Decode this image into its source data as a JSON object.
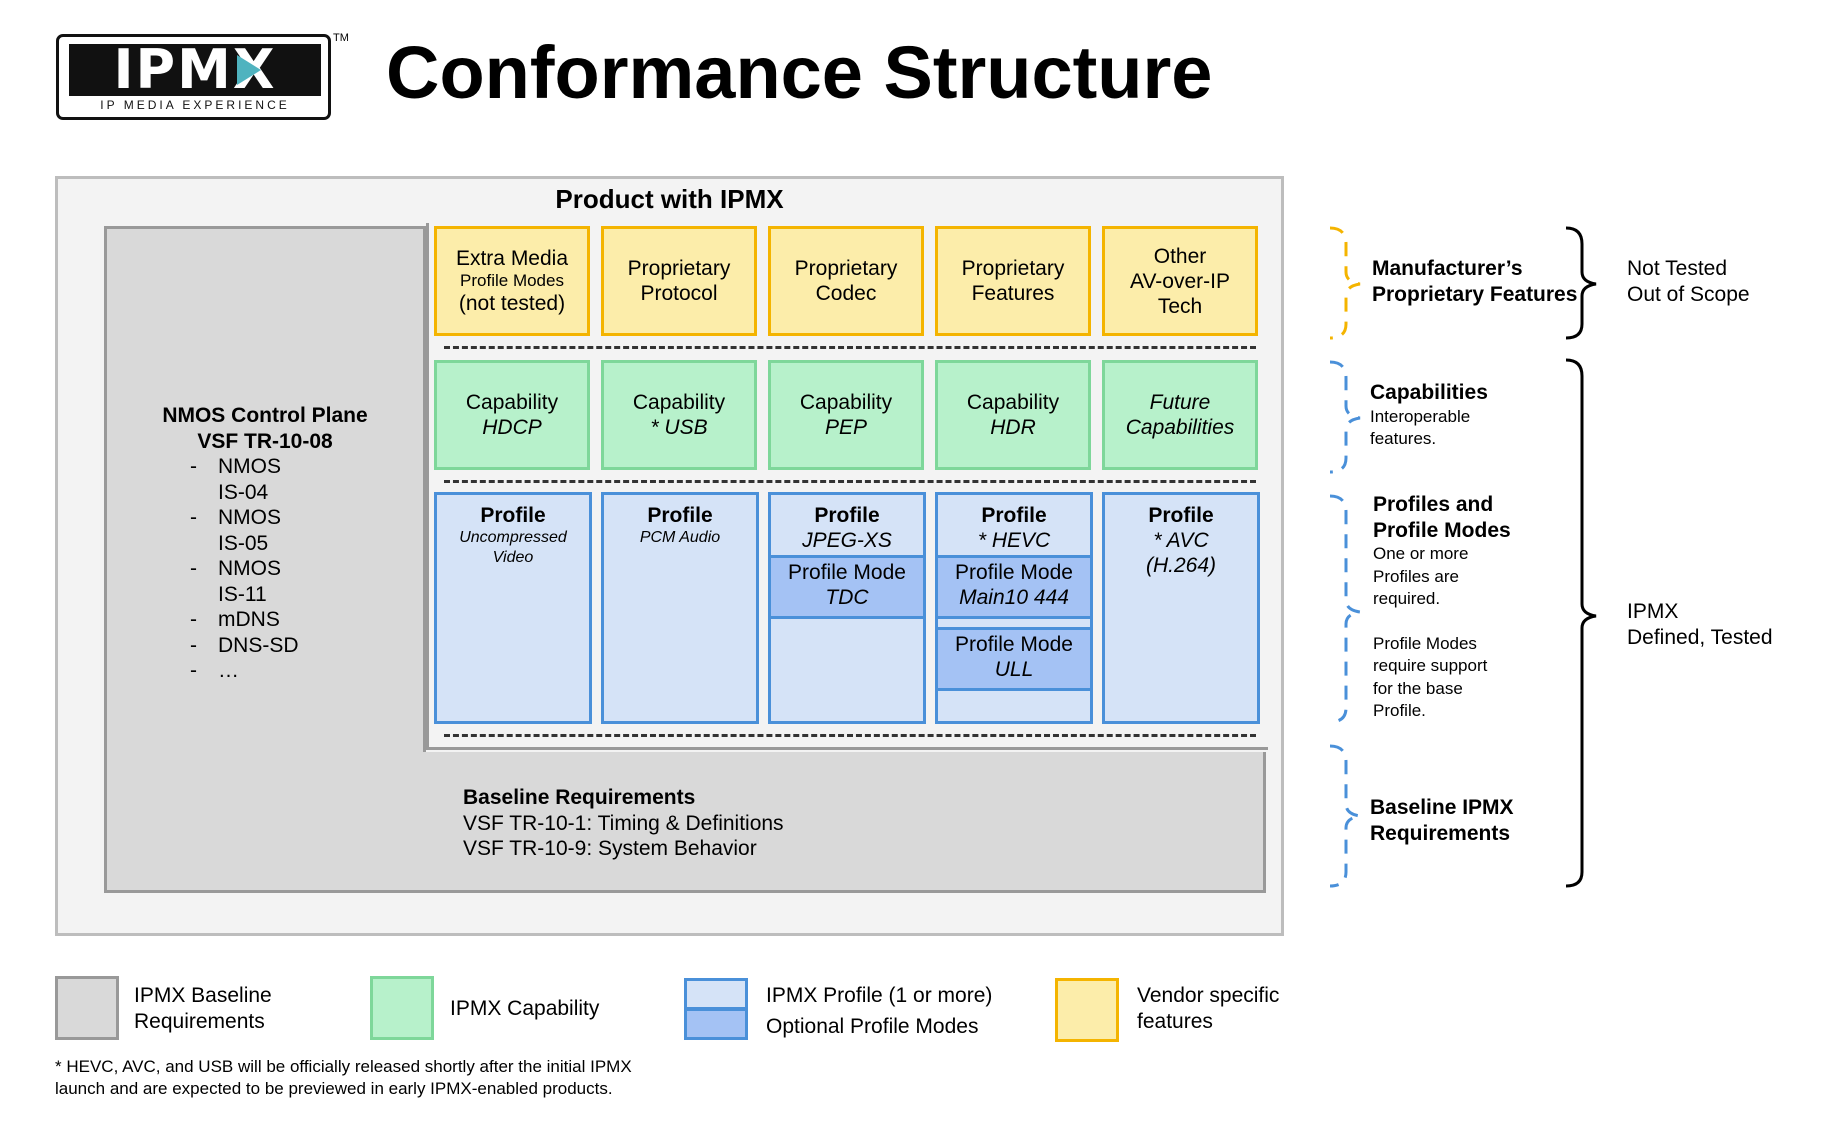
{
  "header": {
    "logo_text": "IPMX",
    "logo_subtitle": "IP MEDIA EXPERIENCE",
    "trademark": "TM",
    "title": "Conformance Structure"
  },
  "product": {
    "title": "Product with IPMX",
    "nmos": {
      "title_line1": "NMOS Control Plane",
      "title_line2": "VSF TR-10-08",
      "items": [
        "NMOS",
        "IS-04",
        "NMOS",
        "IS-05",
        "NMOS",
        "IS-11",
        "mDNS",
        "DNS-SD",
        "…"
      ]
    },
    "baseline": {
      "title": "Baseline Requirements",
      "line1": "VSF TR-10-1: Timing & Definitions",
      "line2": "VSF TR-10-9: System Behavior"
    },
    "vendor_boxes": [
      {
        "l1": "Extra Media",
        "l2": "Profile Modes",
        "l3": "(not tested)"
      },
      {
        "l1": "Proprietary",
        "l2": "Protocol"
      },
      {
        "l1": "Proprietary",
        "l2": "Codec"
      },
      {
        "l1": "Proprietary",
        "l2": "Features"
      },
      {
        "l1": "Other",
        "l2": "AV-over-IP",
        "l3": "Tech"
      }
    ],
    "capabilities": [
      {
        "l1": "Capability",
        "l2": "HDCP"
      },
      {
        "l1": "Capability",
        "l2": "* USB"
      },
      {
        "l1": "Capability",
        "l2": "PEP"
      },
      {
        "l1": "Capability",
        "l2": "HDR"
      },
      {
        "l1": "Future",
        "l2": "Capabilities"
      }
    ],
    "profiles": [
      {
        "title": "Profile",
        "sub1": "Uncompressed",
        "sub2": "Video"
      },
      {
        "title": "Profile",
        "sub1": "PCM Audio"
      },
      {
        "title": "Profile",
        "sub1": "JPEG-XS",
        "mode1": "Profile Mode",
        "mode1_sub": "TDC"
      },
      {
        "title": "Profile",
        "sub1": "* HEVC",
        "mode1": "Profile Mode",
        "mode1_sub": "Main10 444",
        "mode2": "Profile Mode",
        "mode2_sub": "ULL"
      },
      {
        "title": "Profile",
        "sub1": "* AVC",
        "sub2": "(H.264)"
      }
    ]
  },
  "side": {
    "manufacturer_l1": "Manufacturer’s",
    "manufacturer_l2": "Proprietary Features",
    "not_tested_l1": "Not Tested",
    "not_tested_l2": "Out of Scope",
    "capabilities_title": "Capabilities",
    "capabilities_l1": "Interoperable",
    "capabilities_l2": "features.",
    "profiles_title_l1": "Profiles and",
    "profiles_title_l2": "Profile Modes",
    "profiles_d1": "One or more",
    "profiles_d2": "Profiles are",
    "profiles_d3": "required.",
    "profiles_d4": "Profile Modes",
    "profiles_d5": "require support",
    "profiles_d6": "for the base",
    "profiles_d7": "Profile.",
    "baseline_l1": "Baseline IPMX",
    "baseline_l2": "Requirements",
    "ipmx_l1": "IPMX",
    "ipmx_l2": "Defined, Tested"
  },
  "legend": {
    "baseline_l1": "IPMX Baseline",
    "baseline_l2": "Requirements",
    "capability": "IPMX Capability",
    "profile": "IPMX Profile (1 or more)",
    "profile_mode": "Optional Profile Modes",
    "vendor_l1": "Vendor specific",
    "vendor_l2": "features"
  },
  "footnote": "* HEVC, AVC, and USB will be officially released shortly after the initial IPMX launch and are expected to be previewed in early IPMX-enabled products.",
  "colors": {
    "baseline_fill": "#d9d9d9",
    "capability_fill": "#b7f1cb",
    "profile_fill": "#d5e3f7",
    "profile_mode_fill": "#a4c2f4",
    "vendor_fill": "#fcedaa",
    "vendor_border": "#f4b400",
    "profile_border": "#4a90d9"
  }
}
